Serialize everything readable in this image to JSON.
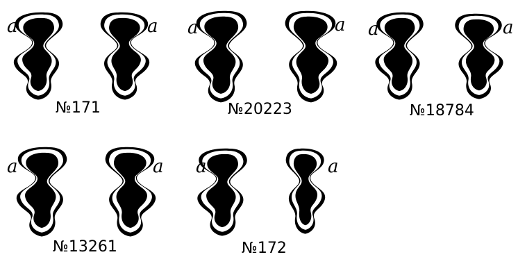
{
  "figure": {
    "side_letter": "a",
    "specimens": [
      {
        "label": "№171"
      },
      {
        "label": "№20223"
      },
      {
        "label": "№18784"
      },
      {
        "label": "№13261"
      },
      {
        "label": "№172"
      }
    ]
  }
}
